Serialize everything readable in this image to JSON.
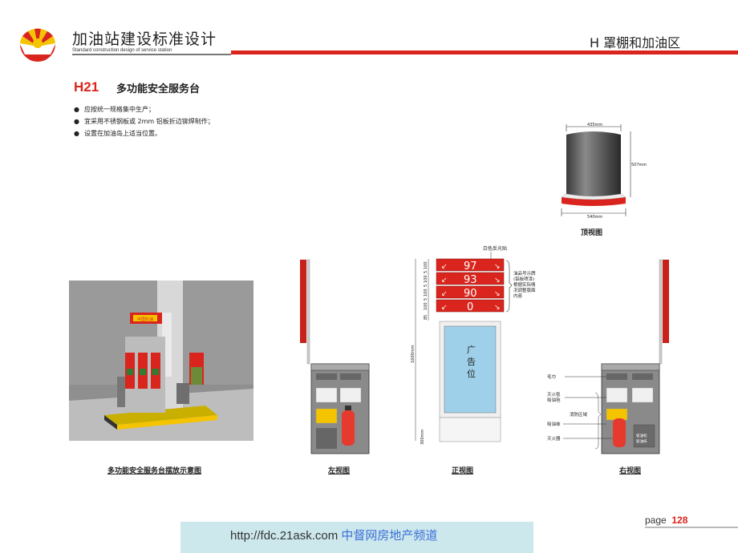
{
  "header": {
    "title": "加油站建设标准设计",
    "subtitle": "Standard construction design of service station",
    "section": "H  罩棚和加油区"
  },
  "content": {
    "code": "H21",
    "heading": "多功能安全服务台",
    "bullets": [
      "应按统一规格集中生产；",
      "宜采用不锈钢板或 2mm 铝板折边铆焊制作；",
      "设置在加油岛上适当位置。"
    ]
  },
  "top_view": {
    "width_top": "435mm",
    "width_bottom": "540mm",
    "depth": "507mm",
    "caption": "顶视图"
  },
  "photo": {
    "caption": "多功能安全服务台摆放示意图",
    "canopy_sign": "中国石油"
  },
  "left_view": {
    "caption": "左视图"
  },
  "front_view": {
    "caption": "正视图",
    "sticker_note": "白色反光贴",
    "price_signs": [
      "97",
      "93",
      "90",
      "0"
    ],
    "sign_note": [
      "油品号示牌",
      "(铝板喷漆)",
      "根据实际情",
      "况调整版面",
      "内容"
    ],
    "ad_text": [
      "广",
      "告",
      "位"
    ],
    "dims_left": [
      "100",
      "5",
      "100",
      "5",
      "100",
      "5",
      "100",
      "85"
    ],
    "height_total": "1600mm",
    "base_height": "300mm"
  },
  "right_view": {
    "caption": "右视图",
    "labels": [
      "毛巾",
      "灭火毯",
      "吸油毡",
      "消防区域",
      "吸油袜",
      "灭火器"
    ],
    "cabinet_label": [
      "吸油毡",
      "吸油袜"
    ]
  },
  "page": {
    "label": "page",
    "number": "128"
  },
  "footer": {
    "url": "http://fdc.21ask.com",
    "channel": "中督网房地产频道"
  },
  "colors": {
    "brand_red": "#d9251d",
    "brand_yellow": "#f5c400",
    "panel_blue": "#9fd0ea"
  }
}
